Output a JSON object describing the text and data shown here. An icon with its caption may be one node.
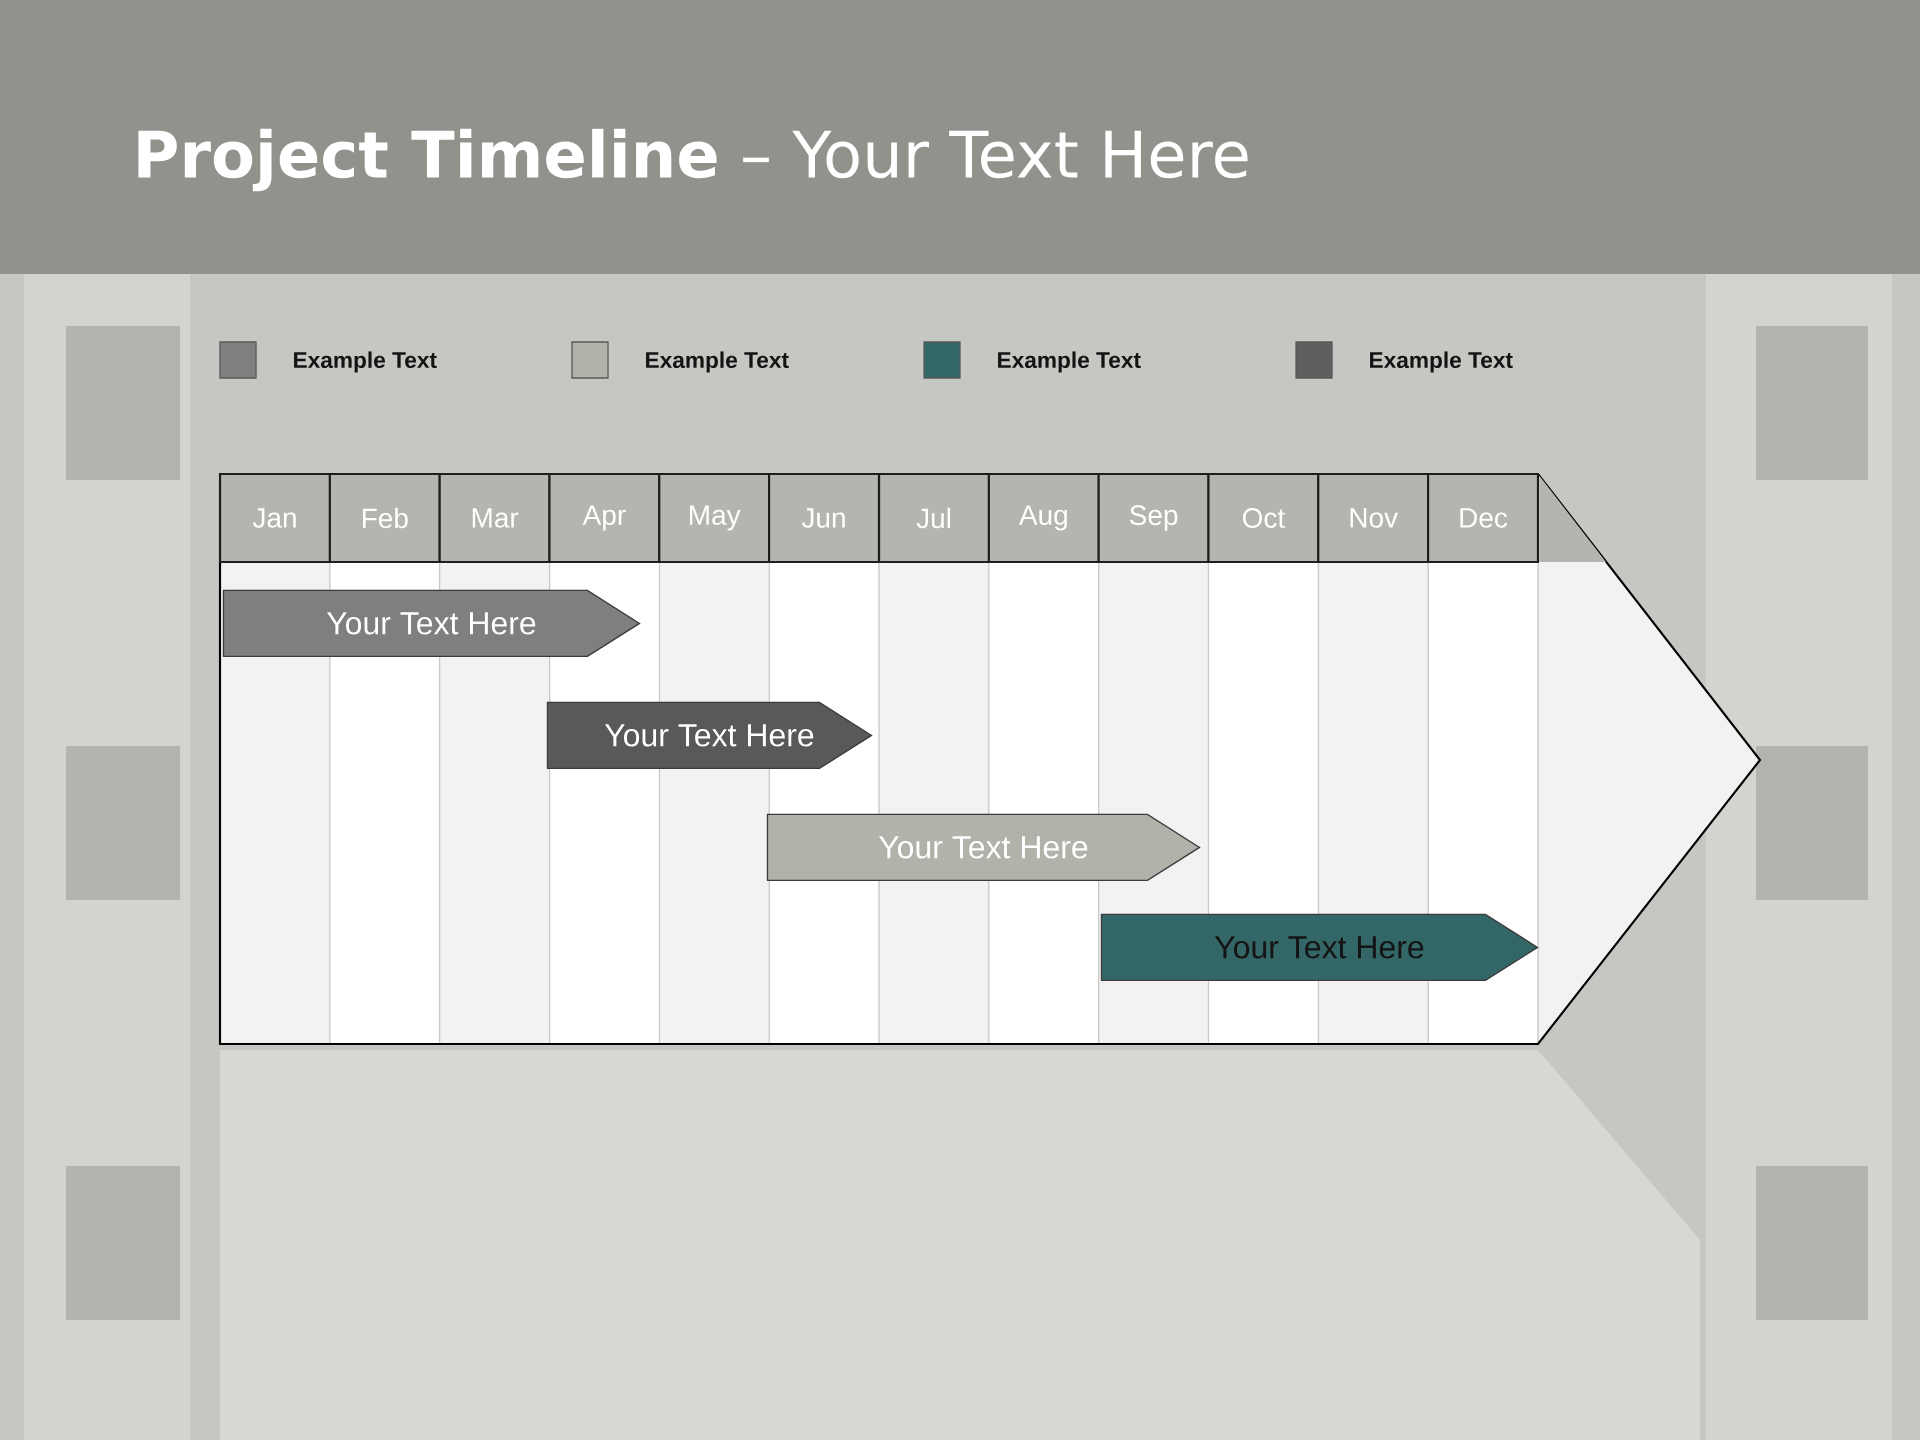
{
  "diagram": {
    "title": "**Project Timeline** – Your Text Here",
    "nodes": [
      {
        "text": [],
        "shape": "arrow"
      },
      {
        "text": [
          "Your Text Here"
        ],
        "in": 0
      },
      {
        "text": [
          "Your Text Here"
        ],
        "in": 0
      },
      {
        "text": [
          "Your Text Here"
        ],
        "in": 0
      },
      {
        "text": [
          "Your Text Here"
        ],
        "in": 0
      }
    ],
    "labels": [
      "Jan",
      "Feb",
      "Mar",
      "Apr",
      "May",
      "Jun",
      "Jul",
      "Aug",
      "Sep",
      "Oct",
      "Nov",
      "Dec"
    ],
    "legend": [
      {
        "text": "Example Text",
        "color": "#7f7f7f"
      },
      {
        "text": "Example Text",
        "color": "#b2b2aa"
      },
      {
        "text": "Example Text",
        "color": "#336666"
      },
      {
        "text": "Example Text",
        "color": "#5f5f5f"
      }
    ]
  }
}
